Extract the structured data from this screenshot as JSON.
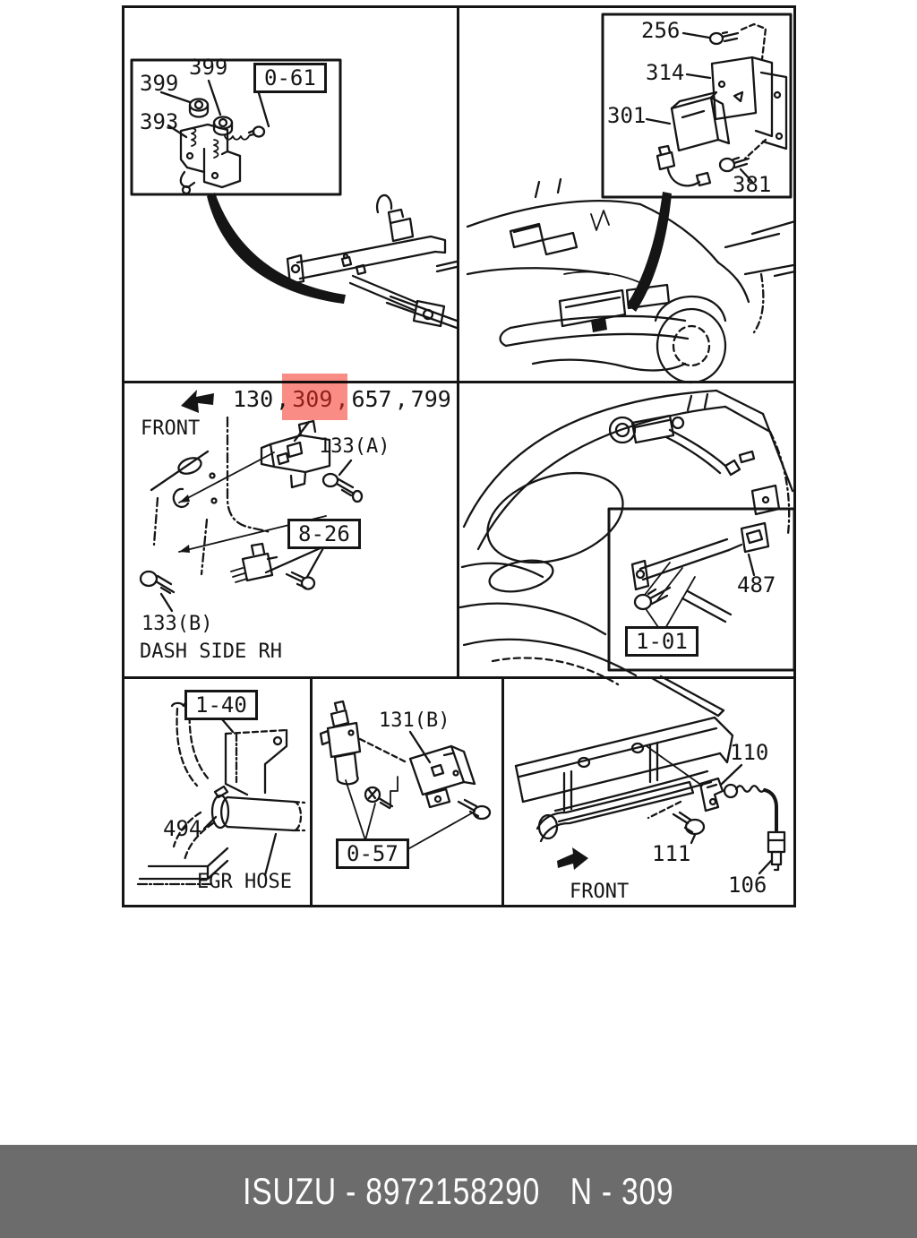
{
  "colors": {
    "line": "#151515",
    "highlight": "#f98c84",
    "highlight_text": "#8f211a",
    "footer_bg": "#6c6c6c",
    "footer_text": "#ffffff"
  },
  "footer": {
    "catalog_text": "ISUZU - 8972158290",
    "page_ref": "N - 309"
  },
  "panels": {
    "top_left": {
      "callout_nut_upper": "399",
      "callout_nut_lower": "399",
      "callout_bracket": "393",
      "ref_box": "0-61"
    },
    "top_right": {
      "callout_bolt_upper": "256",
      "callout_bracket": "314",
      "callout_relay": "301",
      "callout_bolt_lower": "381"
    },
    "middle_left": {
      "front_label": "FRONT",
      "parts": [
        "130",
        "309",
        "657",
        "799"
      ],
      "separator": ",",
      "highlighted_part": "309",
      "callout_bolt_a": "133(A)",
      "ref_box": "8-26",
      "callout_bolt_b": "133(B)",
      "caption": "DASH SIDE RH"
    },
    "middle_right": {
      "callout_clip": "487",
      "ref_box": "1-01"
    },
    "bottom_left": {
      "ref_box": "1-40",
      "callout_clamp": "494",
      "caption": "EGR HOSE"
    },
    "bottom_middle": {
      "callout_bracket": "131(B)",
      "ref_box": "0-57"
    },
    "bottom_right": {
      "callout_bracket": "110",
      "callout_bolt": "111",
      "callout_sensor": "106",
      "front_label": "FRONT"
    }
  }
}
